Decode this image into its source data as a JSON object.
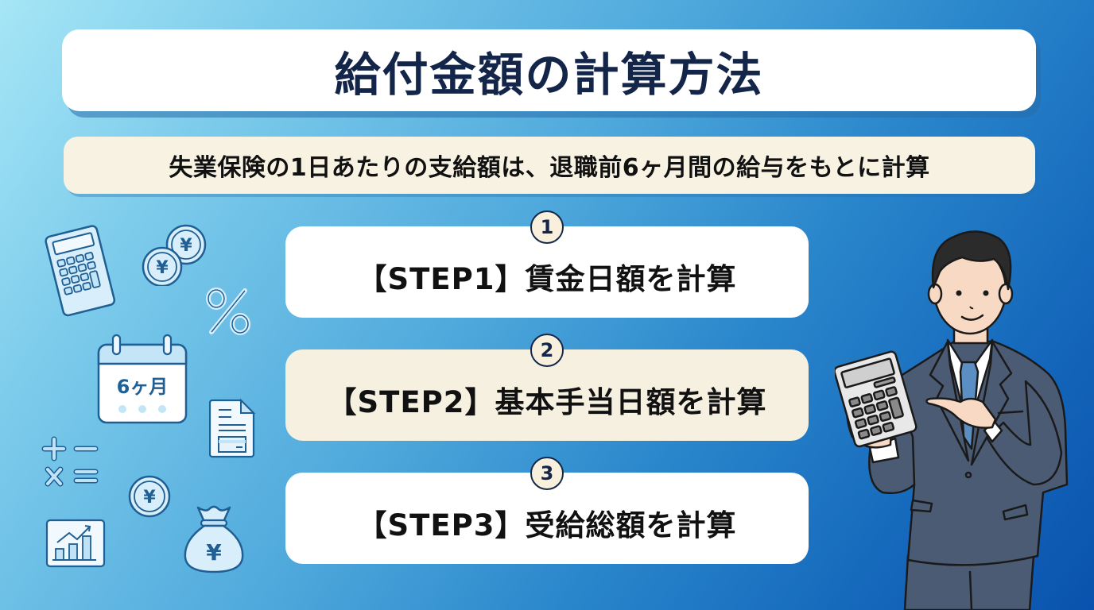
{
  "header": {
    "title": "給付金額の計算方法",
    "subtitle": "失業保険の1日あたりの支給額は、退職前6ヶ月間の給与をもとに計算"
  },
  "steps": [
    {
      "number": "1",
      "label": "【STEP1】賃金日額を計算",
      "style": "white"
    },
    {
      "number": "2",
      "label": "【STEP2】基本手当日額を計算",
      "style": "cream"
    },
    {
      "number": "3",
      "label": "【STEP3】受給総額を計算",
      "style": "white"
    }
  ],
  "decorations": {
    "calendar_text": "6ヶ月",
    "yen_symbol": "¥",
    "percent_symbol": "%",
    "icons": [
      "calculator-icon",
      "yen-coins-icon",
      "percent-icon",
      "calendar-icon",
      "document-icon",
      "math-operators-icon",
      "yen-coin-icon",
      "growth-chart-icon",
      "money-bag-icon",
      "businessman-illustration"
    ]
  },
  "colors": {
    "title_text": "#14254a",
    "cream_box": "#f6f0e0",
    "icon_stroke": "#1f5f94",
    "icon_fill": "#d8eefa",
    "suit": "#4b5b74",
    "tie": "#5b8fc4"
  }
}
